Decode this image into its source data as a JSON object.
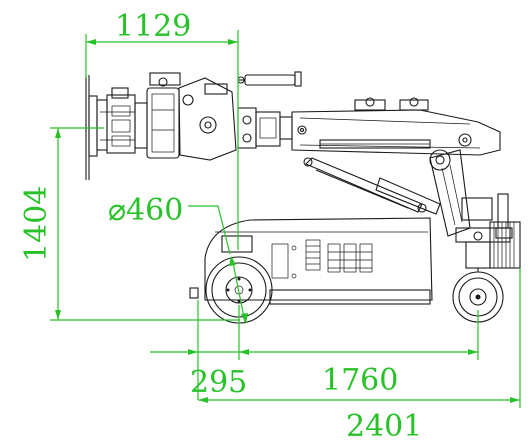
{
  "dimensions": {
    "top_width": "1129",
    "height": "1404",
    "wheel_diameter": "⌀460",
    "rear_offset": "295",
    "wheelbase": "1760",
    "overall_length": "2401"
  },
  "colors": {
    "dimension": "#27c227",
    "machine": "#1a1a1a",
    "background": "#ffffff"
  }
}
